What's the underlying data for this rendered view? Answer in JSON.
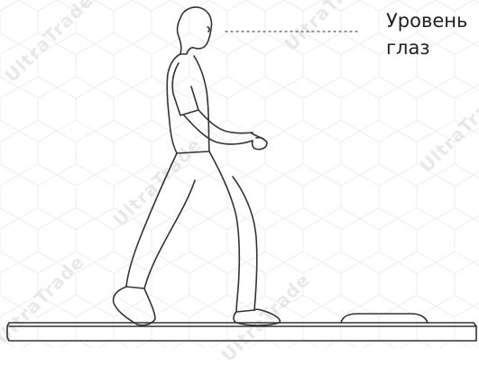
{
  "annotation": {
    "line1": "Уровень",
    "line2": "глаз"
  },
  "watermark": {
    "text": "UltraTrade"
  },
  "colors": {
    "line": "#333333",
    "background": "#ffffff",
    "hex_pattern": "#e6e6e6",
    "watermark": "#d8d8d8"
  }
}
